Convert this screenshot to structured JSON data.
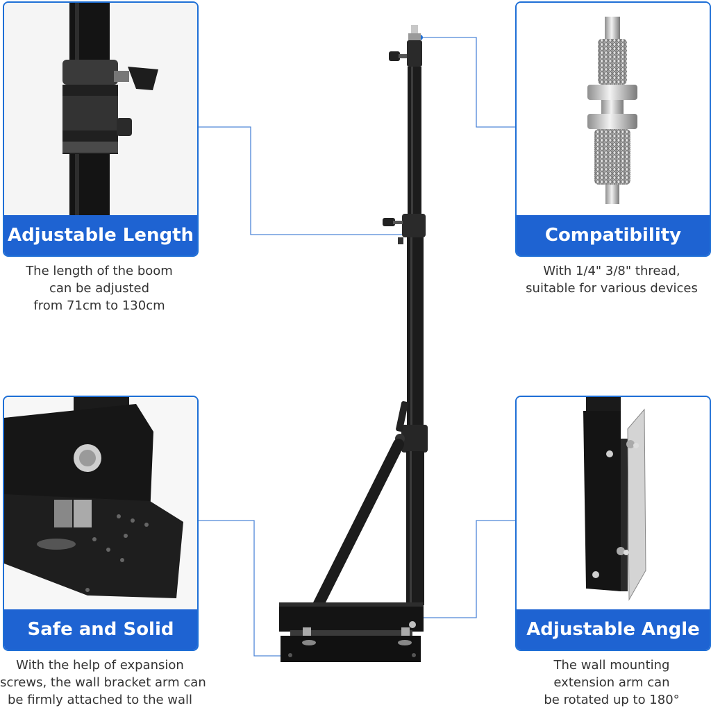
{
  "features": [
    {
      "title": "Adjustable Length",
      "lines": [
        "The length of the boom",
        "can be adjusted",
        "from 71cm to 130cm"
      ]
    },
    {
      "title": "Compatibility",
      "lines": [
        "With 1/4\" 3/8\" thread,",
        "suitable for various devices"
      ]
    },
    {
      "title": "Safe and Solid",
      "lines": [
        "With the help of expansion",
        "screws, the wall bracket arm can",
        "be firmly attached to the wall"
      ]
    },
    {
      "title": "Adjustable Angle",
      "lines": [
        "The wall mounting",
        "extension arm can",
        "be rotated up to 180°"
      ]
    }
  ],
  "colors": {
    "accent": "#1e63d2",
    "text": "#333333"
  }
}
